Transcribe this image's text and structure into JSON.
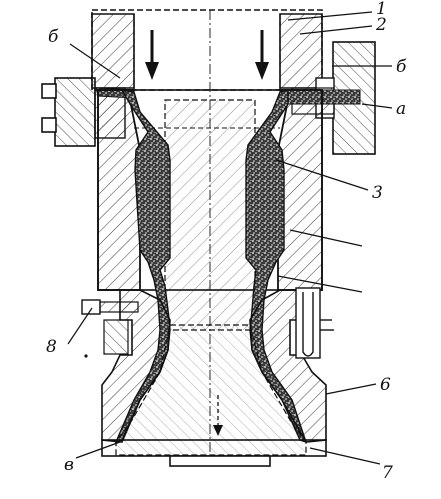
{
  "colors": {
    "ink": "#111111",
    "hatch": "#222222",
    "speckle": "#1a1a1a",
    "background": "#ffffff"
  },
  "callouts": {
    "label_1": "1",
    "label_2": "2",
    "label_b_upper_left": "б",
    "label_b_upper_right": "б",
    "label_a": "а",
    "label_3": "3",
    "label_v_8": "8",
    "label_6": "6",
    "label_v_bottom": "в",
    "label_7": "7"
  }
}
